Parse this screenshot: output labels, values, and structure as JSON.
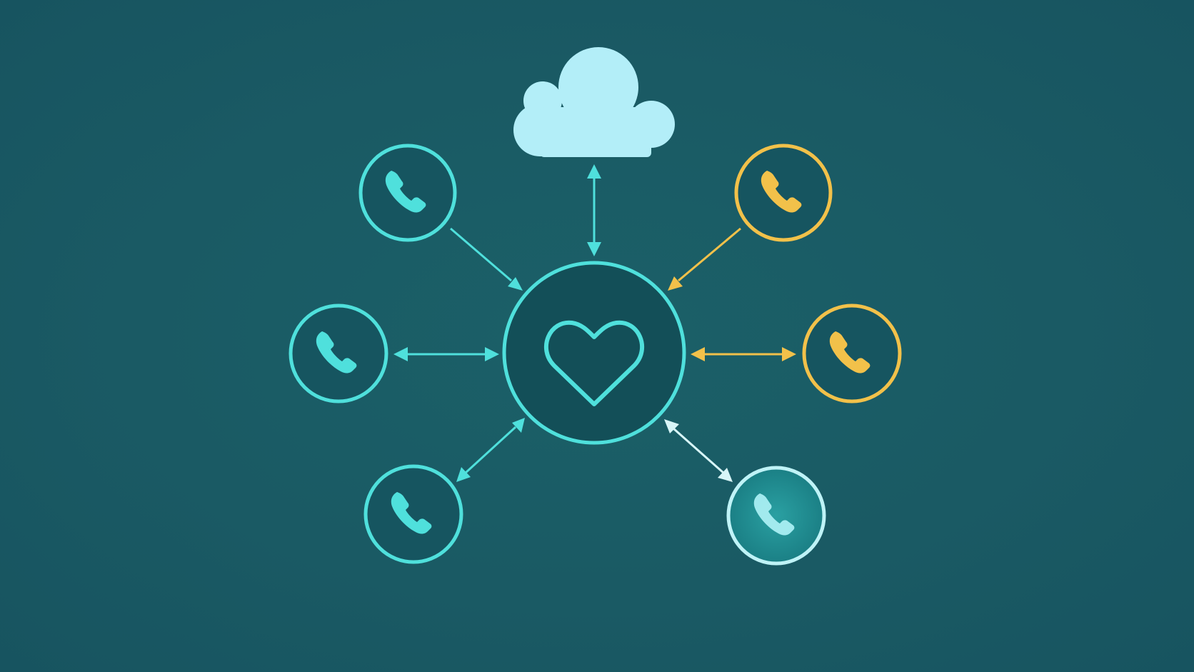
{
  "diagram": {
    "hub": {
      "icon": "heart-icon",
      "color": "#4fe0dc"
    },
    "cloud": {
      "icon": "cloud-icon",
      "color": "#b3eef8"
    },
    "contacts": [
      {
        "icon": "phone-icon",
        "color": "#4fe0dc",
        "state": "default"
      },
      {
        "icon": "phone-icon",
        "color": "#4fe0dc",
        "state": "default"
      },
      {
        "icon": "phone-icon",
        "color": "#4fe0dc",
        "state": "default"
      },
      {
        "icon": "phone-icon",
        "color": "#f2c14a",
        "state": "default"
      },
      {
        "icon": "phone-icon",
        "color": "#f2c14a",
        "state": "default"
      },
      {
        "icon": "phone-icon",
        "color": "#bff3f7",
        "state": "active"
      }
    ],
    "palette": {
      "background": "#1a5b64",
      "teal": "#4fe0dc",
      "yellow": "#f2c14a",
      "cloud": "#b3eef8",
      "active_fill": "#1e8a8e"
    }
  }
}
